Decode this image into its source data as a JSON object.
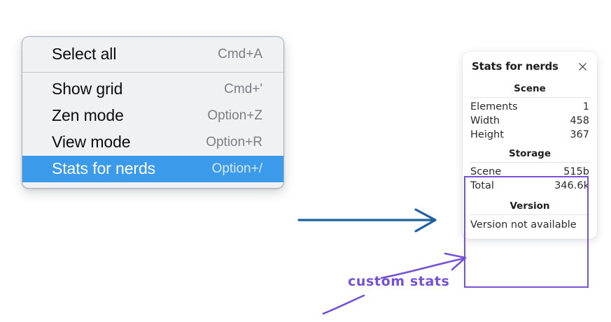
{
  "menu": {
    "groups": [
      {
        "items": [
          {
            "label": "Select all",
            "shortcut": "Cmd+A",
            "selected": false,
            "name": "menu-item-select-all"
          }
        ]
      },
      {
        "items": [
          {
            "label": "Show grid",
            "shortcut": "Cmd+'",
            "selected": false,
            "name": "menu-item-show-grid"
          },
          {
            "label": "Zen mode",
            "shortcut": "Option+Z",
            "selected": false,
            "name": "menu-item-zen-mode"
          },
          {
            "label": "View mode",
            "shortcut": "Option+R",
            "selected": false,
            "name": "menu-item-view-mode"
          },
          {
            "label": "Stats for nerds",
            "shortcut": "Option+/",
            "selected": true,
            "name": "menu-item-stats-for-nerds"
          }
        ]
      }
    ],
    "highlight_color": "#3b9bea",
    "background_color": "#eff1f3"
  },
  "stats_panel": {
    "title": "Stats for nerds",
    "close_icon": "close-icon",
    "sections": [
      {
        "heading": "Scene",
        "rows": [
          {
            "label": "Elements",
            "value": "1"
          },
          {
            "label": "Width",
            "value": "458"
          },
          {
            "label": "Height",
            "value": "367"
          }
        ]
      },
      {
        "heading": "Storage",
        "rows": [
          {
            "label": "Scene",
            "value": "515b"
          },
          {
            "label": "Total",
            "value": "346.6k"
          }
        ]
      },
      {
        "heading": "Version",
        "full_rows": [
          "Version not available"
        ]
      }
    ],
    "highlight_box_color": "#7a52d6"
  },
  "annotations": {
    "label": "custom stats",
    "label_color": "#7452d8",
    "blue_arrow_color": "#1f5f9e"
  }
}
